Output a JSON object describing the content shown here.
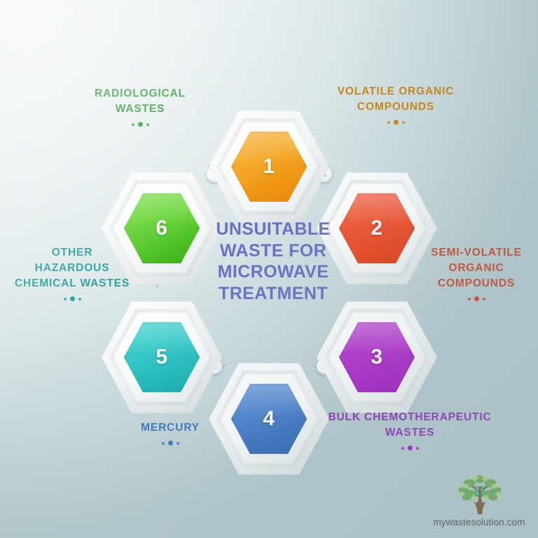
{
  "center": {
    "line1": "UNSUITABLE",
    "line2": "WASTE FOR",
    "line3": "MICROWAVE",
    "line4": "TREATMENT",
    "color": "#6b6fc4"
  },
  "background": {
    "light": "#f2f5f6",
    "dark": "#b3c7cb"
  },
  "nodes": [
    {
      "number": "1",
      "label_lines": [
        "VOLATILE ORGANIC",
        "COMPOUNDS"
      ],
      "color": "#c8851c",
      "fill_top": "#f5a623",
      "fill_bottom": "#e98a09"
    },
    {
      "number": "2",
      "label_lines": [
        "SEMI-VOLATILE",
        "ORGANIC",
        "COMPOUNDS"
      ],
      "color": "#c44a2e",
      "fill_top": "#ef5533",
      "fill_bottom": "#e03b14"
    },
    {
      "number": "3",
      "label_lines": [
        "BULK CHEMOTHERAPEUTIC",
        "WASTES"
      ],
      "color": "#8e2bb8",
      "fill_top": "#b230cc",
      "fill_bottom": "#a01cc0"
    },
    {
      "number": "4",
      "label_lines": [
        "MERCURY"
      ],
      "color": "#3f74c0",
      "fill_top": "#4a82cf",
      "fill_bottom": "#2f62b5"
    },
    {
      "number": "5",
      "label_lines": [
        "OTHER",
        "HAZARDOUS",
        "CHEMICAL WASTES"
      ],
      "color": "#1f9a9a",
      "fill_top": "#37c9c9",
      "fill_bottom": "#16b0b0"
    },
    {
      "number": "6",
      "label_lines": [
        "RADIOLOGICAL",
        "WASTES"
      ],
      "color": "#2e9b33",
      "fill_top": "#5fd32c",
      "fill_bottom": "#3cb018"
    }
  ],
  "footer": {
    "brand": "mywastesolution.com",
    "logo_name": "tree-logo"
  }
}
